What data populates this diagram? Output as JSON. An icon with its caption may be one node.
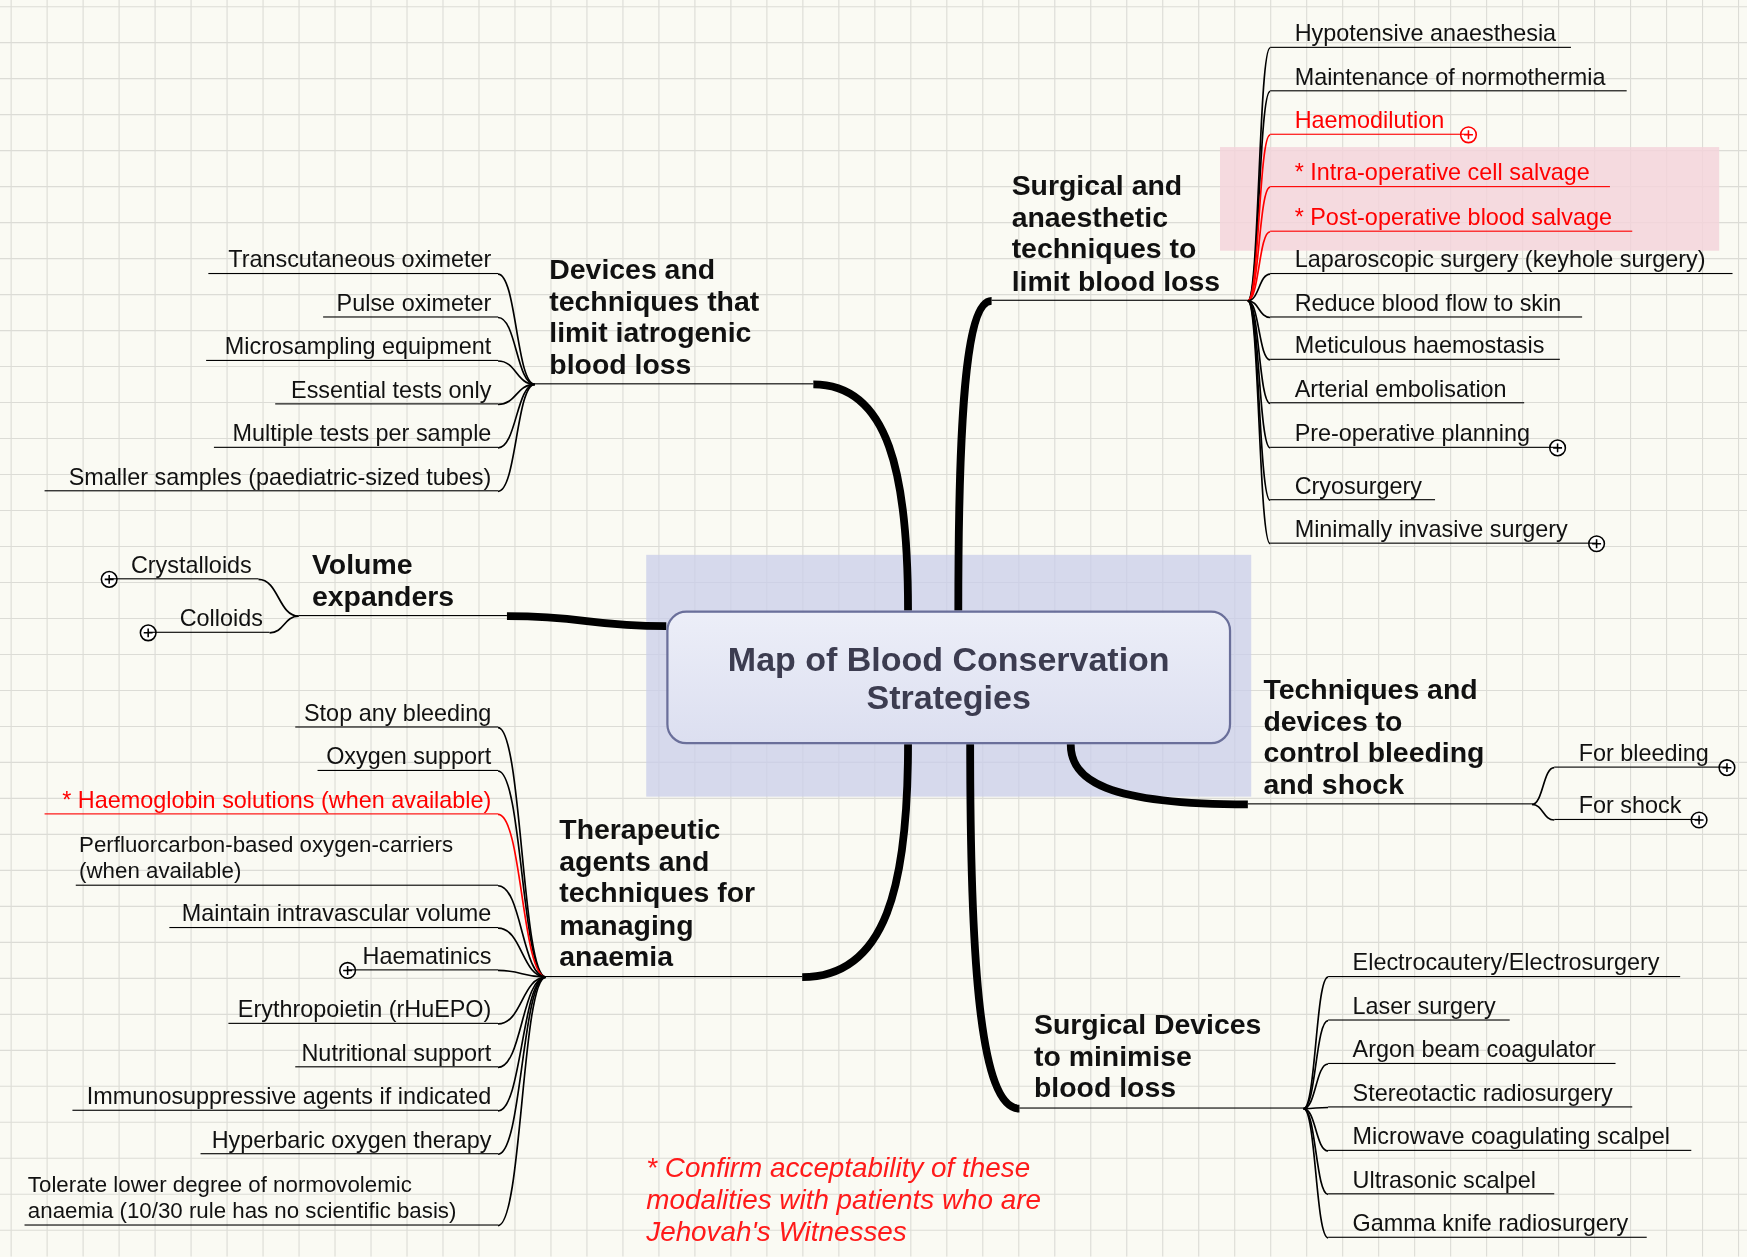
{
  "diagram": {
    "nodes": [
      {
        "text": [
          "Map of Blood Conservation Strategies"
        ]
      },
      {
        "text": [
          "Devices and techniques that limit iatrogenic blood loss"
        ]
      },
      {
        "text": [
          "Transcutaneous oximeter"
        ]
      },
      {
        "text": [
          "Pulse oximeter"
        ]
      },
      {
        "text": [
          "Microsampling equipment"
        ]
      },
      {
        "text": [
          "Essential tests only"
        ]
      },
      {
        "text": [
          "Multiple tests per sample"
        ]
      },
      {
        "text": [
          "Smaller samples (paediatric-sized tubes)"
        ]
      },
      {
        "text": [
          "Surgical and anaesthetic techniques to limit blood loss"
        ]
      },
      {
        "text": [
          "Hypotensive anaesthesia"
        ]
      },
      {
        "text": [
          "Maintenance of normothermia"
        ]
      },
      {
        "text": [
          "Haemodilution"
        ]
      },
      {
        "text": [
          "* Intra-operative cell salvage"
        ]
      },
      {
        "text": [
          "* Post-operative blood salvage"
        ]
      },
      {
        "text": [
          "Laparoscopic surgery (keyhole surgery)"
        ]
      },
      {
        "text": [
          "Reduce blood flow to skin"
        ]
      },
      {
        "text": [
          "Meticulous haemostasis"
        ]
      },
      {
        "text": [
          "Arterial embolisation"
        ]
      },
      {
        "text": [
          "Pre-operative planning"
        ]
      },
      {
        "text": [
          "Cryosurgery"
        ]
      },
      {
        "text": [
          "Minimally invasive surgery"
        ]
      },
      {
        "text": [
          "Volume expanders"
        ]
      },
      {
        "text": [
          "Crystalloids"
        ]
      },
      {
        "text": [
          "Colloids"
        ]
      },
      {
        "text": [
          "Techniques and devices to control bleeding and shock"
        ]
      },
      {
        "text": [
          "For bleeding"
        ]
      },
      {
        "text": [
          "For shock"
        ]
      },
      {
        "text": [
          "Therapeutic agents and techniques for managing anaemia"
        ]
      },
      {
        "text": [
          "Stop any bleeding"
        ]
      },
      {
        "text": [
          "Oxygen support"
        ]
      },
      {
        "text": [
          "* Haemoglobin solutions (when available)"
        ]
      },
      {
        "text": [
          "Perfluorcarbon-based oxygen-carriers (when available)"
        ]
      },
      {
        "text": [
          "Maintain intravascular volume"
        ]
      },
      {
        "text": [
          "Haematinics"
        ]
      },
      {
        "text": [
          "Erythropoietin (rHuEPO)"
        ]
      },
      {
        "text": [
          "Nutritional support"
        ]
      },
      {
        "text": [
          "Immunosuppressive agents if indicated"
        ]
      },
      {
        "text": [
          "Hyperbaric oxygen therapy"
        ]
      },
      {
        "text": [
          "Tolerate lower degree of normovolemic anaemia (10/30 rule has no scientific basis)"
        ]
      },
      {
        "text": [
          "Surgical Devices to minimise blood loss"
        ]
      },
      {
        "text": [
          "Electrocautery/Electrosurgery"
        ]
      },
      {
        "text": [
          "Laser surgery"
        ]
      },
      {
        "text": [
          "Argon beam coagulator"
        ]
      },
      {
        "text": [
          "Stereotactic radiosurgery"
        ]
      },
      {
        "text": [
          "Microwave coagulating scalpel"
        ]
      },
      {
        "text": [
          "Ultrasonic scalpel"
        ]
      },
      {
        "text": [
          "Gamma knife radiosurgery"
        ]
      }
    ],
    "edges": [
      {
        "from": 0,
        "to": 1,
        "arrow": "none",
        "style": "thick"
      },
      {
        "from": 1,
        "to": 2,
        "arrow": "none"
      },
      {
        "from": 1,
        "to": 3,
        "arrow": "none"
      },
      {
        "from": 1,
        "to": 4,
        "arrow": "none"
      },
      {
        "from": 1,
        "to": 5,
        "arrow": "none"
      },
      {
        "from": 1,
        "to": 6,
        "arrow": "none"
      },
      {
        "from": 1,
        "to": 7,
        "arrow": "none"
      },
      {
        "from": 0,
        "to": 8,
        "arrow": "none",
        "style": "thick"
      },
      {
        "from": 8,
        "to": 9,
        "arrow": "none"
      },
      {
        "from": 8,
        "to": 10,
        "arrow": "none"
      },
      {
        "from": 8,
        "to": 11,
        "arrow": "none",
        "color": "#ff0000"
      },
      {
        "from": 8,
        "to": 12,
        "arrow": "none",
        "color": "#ff0000"
      },
      {
        "from": 8,
        "to": 13,
        "arrow": "none",
        "color": "#ff0000"
      },
      {
        "from": 8,
        "to": 14,
        "arrow": "none"
      },
      {
        "from": 8,
        "to": 15,
        "arrow": "none"
      },
      {
        "from": 8,
        "to": 16,
        "arrow": "none"
      },
      {
        "from": 8,
        "to": 17,
        "arrow": "none"
      },
      {
        "from": 8,
        "to": 18,
        "arrow": "none"
      },
      {
        "from": 8,
        "to": 19,
        "arrow": "none"
      },
      {
        "from": 8,
        "to": 20,
        "arrow": "none"
      },
      {
        "from": 0,
        "to": 21,
        "arrow": "none",
        "style": "thick"
      },
      {
        "from": 21,
        "to": 22,
        "arrow": "none"
      },
      {
        "from": 21,
        "to": 23,
        "arrow": "none"
      },
      {
        "from": 0,
        "to": 24,
        "arrow": "none",
        "style": "thick"
      },
      {
        "from": 24,
        "to": 25,
        "arrow": "none"
      },
      {
        "from": 24,
        "to": 26,
        "arrow": "none"
      },
      {
        "from": 0,
        "to": 27,
        "arrow": "none",
        "style": "thick"
      },
      {
        "from": 27,
        "to": 28,
        "arrow": "none"
      },
      {
        "from": 27,
        "to": 29,
        "arrow": "none"
      },
      {
        "from": 27,
        "to": 30,
        "arrow": "none",
        "color": "#ff0000"
      },
      {
        "from": 27,
        "to": 31,
        "arrow": "none"
      },
      {
        "from": 27,
        "to": 32,
        "arrow": "none"
      },
      {
        "from": 27,
        "to": 33,
        "arrow": "none"
      },
      {
        "from": 27,
        "to": 34,
        "arrow": "none"
      },
      {
        "from": 27,
        "to": 35,
        "arrow": "none"
      },
      {
        "from": 27,
        "to": 36,
        "arrow": "none"
      },
      {
        "from": 27,
        "to": 37,
        "arrow": "none"
      },
      {
        "from": 27,
        "to": 38,
        "arrow": "none"
      },
      {
        "from": 0,
        "to": 39,
        "arrow": "none",
        "style": "thick"
      },
      {
        "from": 39,
        "to": 40,
        "arrow": "none"
      },
      {
        "from": 39,
        "to": 41,
        "arrow": "none"
      },
      {
        "from": 39,
        "to": 42,
        "arrow": "none"
      },
      {
        "from": 39,
        "to": 43,
        "arrow": "none"
      },
      {
        "from": 39,
        "to": 44,
        "arrow": "none"
      },
      {
        "from": 39,
        "to": 45,
        "arrow": "none"
      },
      {
        "from": 39,
        "to": 46,
        "arrow": "none"
      }
    ],
    "labels": [
      "* Confirm acceptability of these modalities with patients who are Jehovah's Witnesses"
    ]
  }
}
